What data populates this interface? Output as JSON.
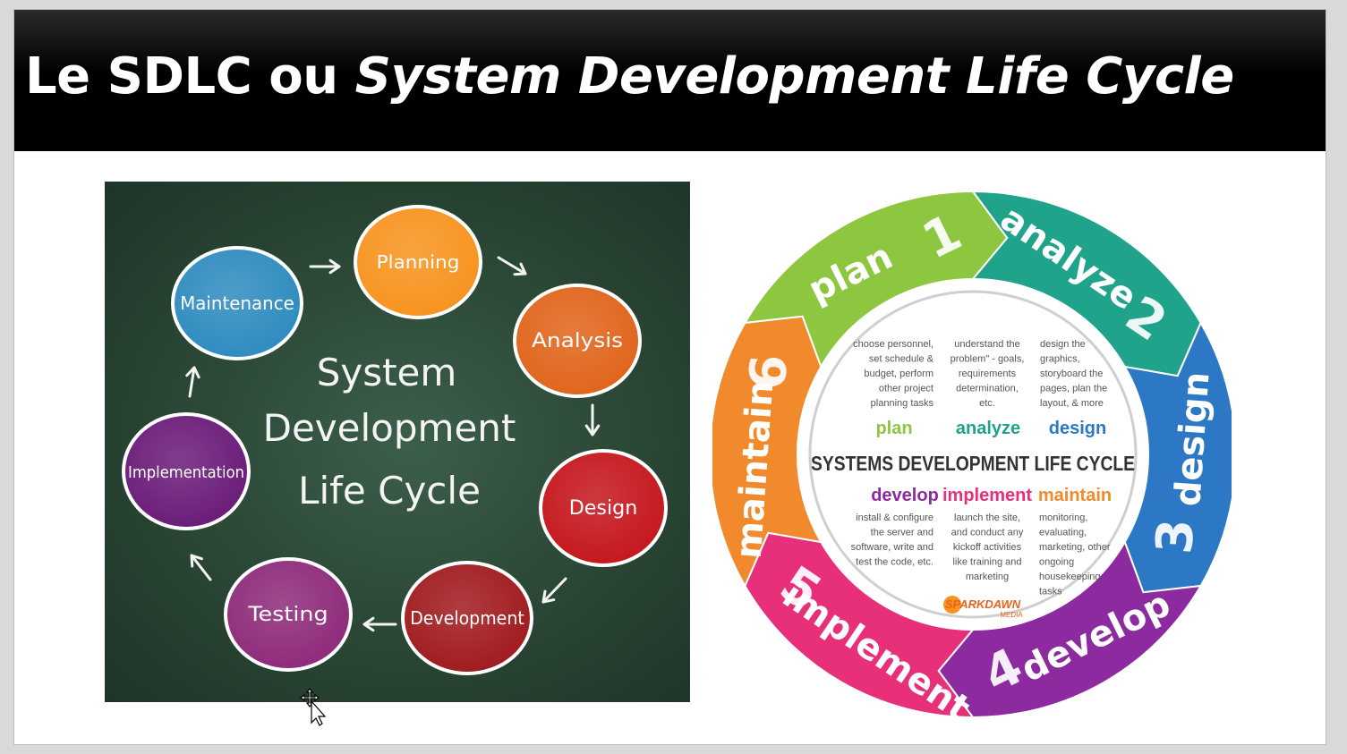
{
  "title": {
    "prefix": "Le SDLC ou ",
    "italic": "System Development Life Cycle"
  },
  "chalkboard": {
    "center_lines": [
      "System",
      "Development",
      "Life Cycle"
    ],
    "stages": [
      {
        "label": "Planning",
        "color": "#f7931e"
      },
      {
        "label": "Analysis",
        "color": "#e0641a"
      },
      {
        "label": "Design",
        "color": "#c4161c"
      },
      {
        "label": "Development",
        "color": "#a01a1e"
      },
      {
        "label": "Testing",
        "color": "#8e2a7a"
      },
      {
        "label": "Implementation",
        "color": "#6a1b78"
      },
      {
        "label": "Maintenance",
        "color": "#2e8bbf"
      }
    ]
  },
  "wheel": {
    "center_title": "SYSTEMS DEVELOPMENT LIFE CYCLE",
    "segments": [
      {
        "number": "1",
        "label": "plan",
        "color": "#8dc63f"
      },
      {
        "number": "2",
        "label": "analyze",
        "color": "#1fa38a"
      },
      {
        "number": "3",
        "label": "design",
        "color": "#2c78c4"
      },
      {
        "number": "4",
        "label": "develop",
        "color": "#8e2aa0"
      },
      {
        "number": "5",
        "label": "implement",
        "color": "#e8307a"
      },
      {
        "number": "6",
        "label": "maintain",
        "color": "#f08a2c"
      }
    ],
    "top_descriptions": [
      {
        "lines": [
          "choose personnel,",
          "set schedule &",
          "budget, perform",
          "other project",
          "planning tasks"
        ]
      },
      {
        "lines": [
          "understand the",
          "problem\" - goals,",
          "requirements",
          "determination,",
          "etc."
        ]
      },
      {
        "lines": [
          "design the",
          "graphics,",
          "storyboard the",
          "pages, plan the",
          "layout, & more"
        ]
      }
    ],
    "top_labels": [
      {
        "text": "plan",
        "color": "#8dc63f"
      },
      {
        "text": "analyze",
        "color": "#1fa38a"
      },
      {
        "text": "design",
        "color": "#2c78c4"
      }
    ],
    "bottom_labels": [
      {
        "text": "develop",
        "color": "#8e2aa0"
      },
      {
        "text": "implement",
        "color": "#e8307a"
      },
      {
        "text": "maintain",
        "color": "#f08a2c"
      }
    ],
    "bottom_descriptions": [
      {
        "lines": [
          "install & configure",
          "the server and",
          "software, write and",
          "test the code, etc."
        ]
      },
      {
        "lines": [
          "launch the site,",
          "and conduct any",
          "kickoff activities",
          "like training and",
          "marketing"
        ]
      },
      {
        "lines": [
          "monitoring,",
          "evaluating,",
          "marketing, other",
          "ongoing",
          "housekeeping",
          "tasks"
        ]
      }
    ],
    "logo": {
      "main": "SPARKDAWN",
      "sub": "MEDIA"
    }
  }
}
